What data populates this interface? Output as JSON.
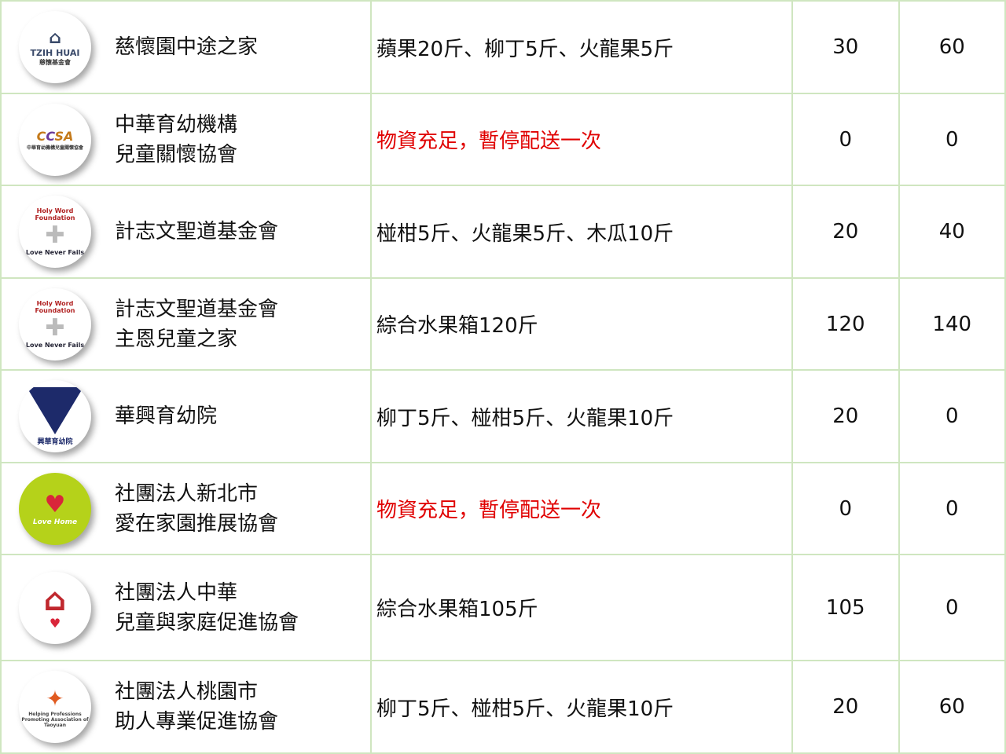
{
  "rows": [
    {
      "logo": "TZIH HUAI 慈懷基金會",
      "name": [
        "慈懷園中途之家"
      ],
      "items": "蘋果20斤、柳丁5斤、火龍果5斤",
      "highlight": false,
      "a": "30",
      "b": "60"
    },
    {
      "logo": "CCSA",
      "name": [
        "中華育幼機構",
        "兒童關懷協會"
      ],
      "items": "物資充足，暫停配送一次",
      "highlight": true,
      "a": "0",
      "b": "0"
    },
    {
      "logo": "Holy Word Foundation Love Never Fails",
      "name": [
        "計志文聖道基金會"
      ],
      "items": "椪柑5斤、火龍果5斤、木瓜10斤",
      "highlight": false,
      "a": "20",
      "b": "40"
    },
    {
      "logo": "Holy Word Foundation Love Never Fails",
      "name": [
        "計志文聖道基金會",
        "主恩兒童之家"
      ],
      "items": "綜合水果箱120斤",
      "highlight": false,
      "a": "120",
      "b": "140"
    },
    {
      "logo": "興華育幼院",
      "name": [
        "華興育幼院"
      ],
      "items": "柳丁5斤、椪柑5斤、火龍果10斤",
      "highlight": false,
      "a": "20",
      "b": "0"
    },
    {
      "logo": "Love Home",
      "name": [
        "社團法人新北市",
        "愛在家園推展協會"
      ],
      "items": "物資充足，暫停配送一次",
      "highlight": true,
      "a": "0",
      "b": "0"
    },
    {
      "logo": "",
      "name": [
        "社團法人中華",
        "兒童與家庭促進協會"
      ],
      "items": "綜合水果箱105斤",
      "highlight": false,
      "a": "105",
      "b": "0"
    },
    {
      "logo": "Helping Professions Promoting Association of Taoyuan",
      "name": [
        "社團法人桃園市",
        "助人專業促進協會"
      ],
      "items": "柳丁5斤、椪柑5斤、火龍果10斤",
      "highlight": false,
      "a": "20",
      "b": "60"
    }
  ]
}
